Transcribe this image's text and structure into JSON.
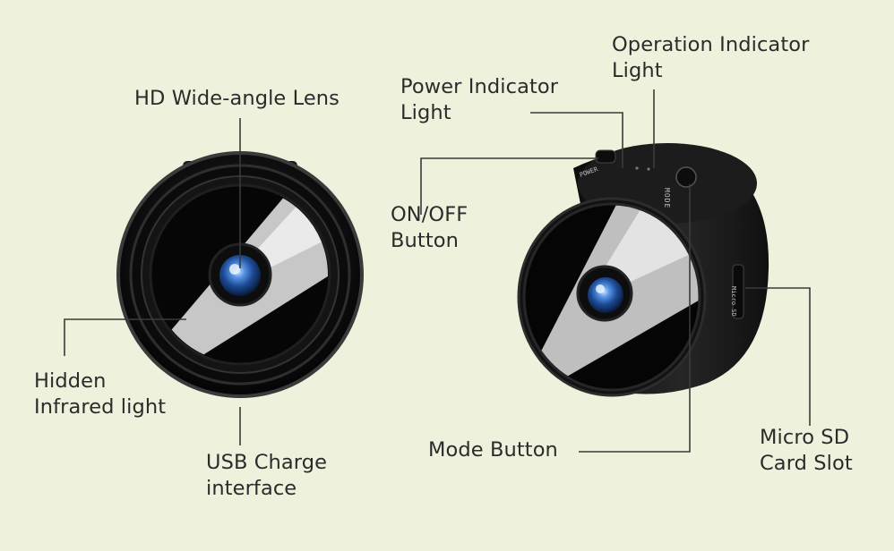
{
  "background_color": "#eef2dd",
  "labels": {
    "hd_lens": {
      "lines": [
        "HD Wide-angle Lens"
      ]
    },
    "hidden_ir": {
      "lines": [
        "Hidden",
        "Infrared light"
      ]
    },
    "usb_charge": {
      "lines": [
        "USB Charge",
        "interface"
      ]
    },
    "power_indicator": {
      "lines": [
        "Power Indicator",
        "Light"
      ]
    },
    "operation_indicator": {
      "lines": [
        "Operation Indicator",
        "Light"
      ]
    },
    "on_off": {
      "lines": [
        "ON/OFF",
        "Button"
      ]
    },
    "mode_button": {
      "lines": [
        "Mode Button"
      ]
    },
    "micro_sd": {
      "lines": [
        "Micro SD",
        "Card Slot"
      ]
    }
  },
  "device_printing": {
    "mode_text": "MODE",
    "sd_text": "Micro SD",
    "power_text": "POWER"
  },
  "colors": {
    "leader_line": "#3a3a3a",
    "device_body": "#151515",
    "lens_blue": "#2f6fc4"
  }
}
